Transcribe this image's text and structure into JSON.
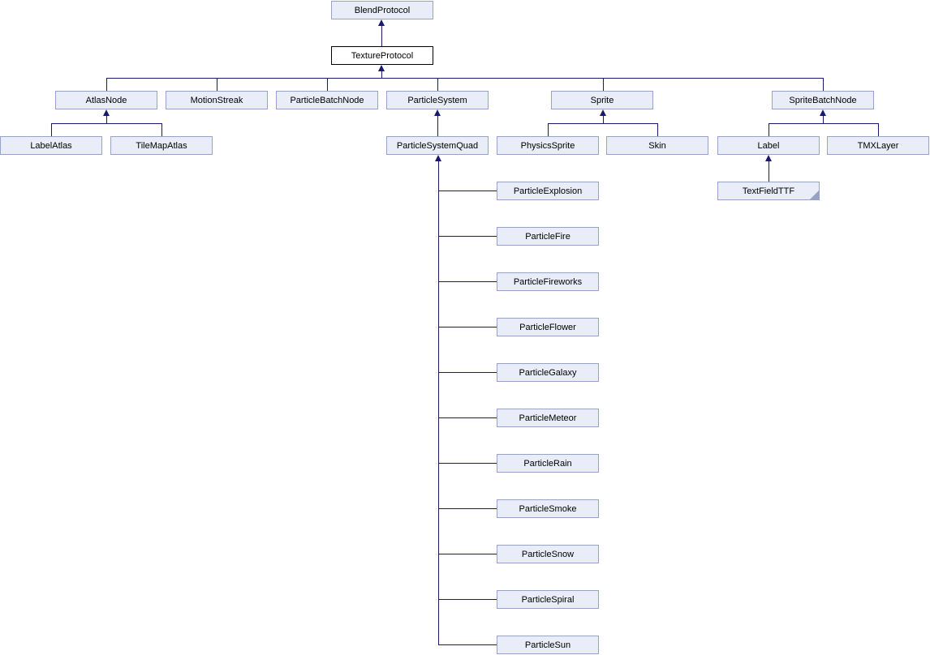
{
  "diagram": {
    "kind": "class-inheritance-diagram",
    "colors": {
      "background": "#ffffff",
      "node_fill": "#e8edf7",
      "node_border": "#98a1c6",
      "focus_node_fill": "#ffffff",
      "focus_node_border": "#000000",
      "edge": "#191970",
      "text": "#000000"
    },
    "nodes": {
      "blendProtocol": {
        "label": "BlendProtocol"
      },
      "textureProtocol": {
        "label": "TextureProtocol"
      },
      "atlasNode": {
        "label": "AtlasNode"
      },
      "motionStreak": {
        "label": "MotionStreak"
      },
      "particleBatchNode": {
        "label": "ParticleBatchNode"
      },
      "particleSystem": {
        "label": "ParticleSystem"
      },
      "sprite": {
        "label": "Sprite"
      },
      "spriteBatchNode": {
        "label": "SpriteBatchNode"
      },
      "labelAtlas": {
        "label": "LabelAtlas"
      },
      "tileMapAtlas": {
        "label": "TileMapAtlas"
      },
      "particleSystemQuad": {
        "label": "ParticleSystemQuad"
      },
      "physicsSprite": {
        "label": "PhysicsSprite"
      },
      "skin": {
        "label": "Skin"
      },
      "label": {
        "label": "Label"
      },
      "tmxLayer": {
        "label": "TMXLayer"
      },
      "textFieldTTF": {
        "label": "TextFieldTTF",
        "truncated": true
      },
      "particleExplosion": {
        "label": "ParticleExplosion"
      },
      "particleFire": {
        "label": "ParticleFire"
      },
      "particleFireworks": {
        "label": "ParticleFireworks"
      },
      "particleFlower": {
        "label": "ParticleFlower"
      },
      "particleGalaxy": {
        "label": "ParticleGalaxy"
      },
      "particleMeteor": {
        "label": "ParticleMeteor"
      },
      "particleRain": {
        "label": "ParticleRain"
      },
      "particleSmoke": {
        "label": "ParticleSmoke"
      },
      "particleSnow": {
        "label": "ParticleSnow"
      },
      "particleSpiral": {
        "label": "ParticleSpiral"
      },
      "particleSun": {
        "label": "ParticleSun"
      }
    },
    "edges": [
      {
        "derived": "TextureProtocol",
        "base": "BlendProtocol"
      },
      {
        "derived": "AtlasNode",
        "base": "TextureProtocol"
      },
      {
        "derived": "MotionStreak",
        "base": "TextureProtocol"
      },
      {
        "derived": "ParticleBatchNode",
        "base": "TextureProtocol"
      },
      {
        "derived": "ParticleSystem",
        "base": "TextureProtocol"
      },
      {
        "derived": "Sprite",
        "base": "TextureProtocol"
      },
      {
        "derived": "SpriteBatchNode",
        "base": "TextureProtocol"
      },
      {
        "derived": "LabelAtlas",
        "base": "AtlasNode"
      },
      {
        "derived": "TileMapAtlas",
        "base": "AtlasNode"
      },
      {
        "derived": "ParticleSystemQuad",
        "base": "ParticleSystem"
      },
      {
        "derived": "PhysicsSprite",
        "base": "Sprite"
      },
      {
        "derived": "Skin",
        "base": "Sprite"
      },
      {
        "derived": "Label",
        "base": "SpriteBatchNode"
      },
      {
        "derived": "TMXLayer",
        "base": "SpriteBatchNode"
      },
      {
        "derived": "TextFieldTTF",
        "base": "Label"
      },
      {
        "derived": "ParticleExplosion",
        "base": "ParticleSystemQuad"
      },
      {
        "derived": "ParticleFire",
        "base": "ParticleSystemQuad"
      },
      {
        "derived": "ParticleFireworks",
        "base": "ParticleSystemQuad"
      },
      {
        "derived": "ParticleFlower",
        "base": "ParticleSystemQuad"
      },
      {
        "derived": "ParticleGalaxy",
        "base": "ParticleSystemQuad"
      },
      {
        "derived": "ParticleMeteor",
        "base": "ParticleSystemQuad"
      },
      {
        "derived": "ParticleRain",
        "base": "ParticleSystemQuad"
      },
      {
        "derived": "ParticleSmoke",
        "base": "ParticleSystemQuad"
      },
      {
        "derived": "ParticleSnow",
        "base": "ParticleSystemQuad"
      },
      {
        "derived": "ParticleSpiral",
        "base": "ParticleSystemQuad"
      },
      {
        "derived": "ParticleSun",
        "base": "ParticleSystemQuad"
      }
    ]
  }
}
